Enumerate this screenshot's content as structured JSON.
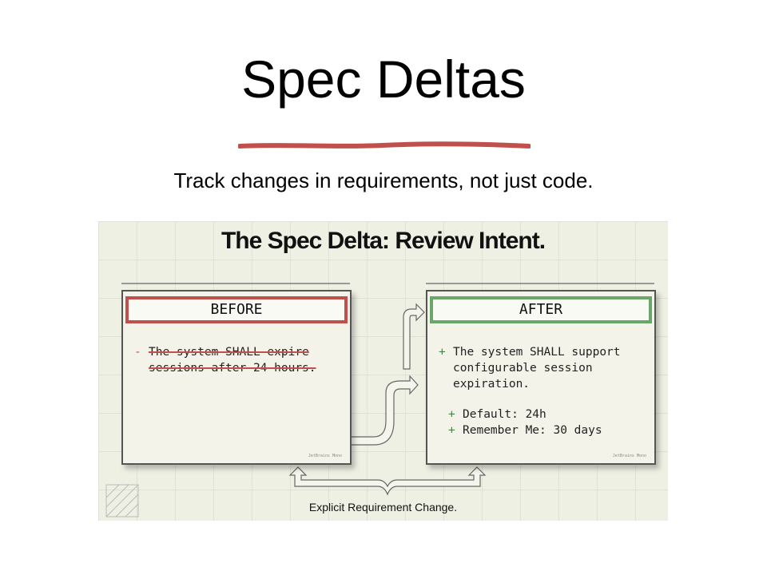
{
  "slide": {
    "title": "Spec Deltas",
    "subtitle": "Track changes in requirements, not just code.",
    "accent_color": "#c0504d"
  },
  "figure": {
    "title": "The Spec Delta: Review Intent.",
    "before": {
      "header": "BEFORE",
      "header_color": "#c0504d",
      "lines": [
        {
          "mark": "-",
          "text": "The system SHALL expire sessions after 24 hours."
        }
      ],
      "watermark": "JetBrains Mono"
    },
    "after": {
      "header": "AFTER",
      "header_color": "#6aa56a",
      "lines": [
        {
          "mark": "+",
          "text": "The system SHALL support configurable session expiration."
        },
        {
          "mark": "+",
          "text": "Default: 24h"
        },
        {
          "mark": "+",
          "text": "Remember Me: 30 days"
        }
      ],
      "watermark": "JetBrains Mono"
    },
    "caption": "Explicit Requirement Change."
  }
}
